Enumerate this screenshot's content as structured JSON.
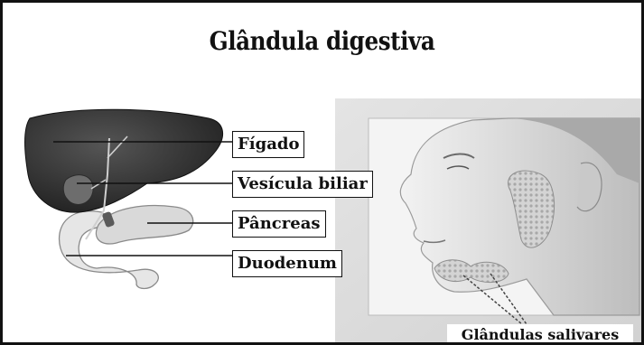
{
  "title": "Glândula digestiva",
  "labels": {
    "figado": "Fígado",
    "vesicula": "Vesícula biliar",
    "pancreas": "Pâncreas",
    "duodenum": "Duodenum",
    "glandulas": "Glândulas salivares"
  },
  "colors": {
    "border": "#111111",
    "liver": "#3a3a3a",
    "pancreas": "#d9d9d9",
    "duodenum": "#e6e6e6",
    "panel": "#dedede"
  }
}
